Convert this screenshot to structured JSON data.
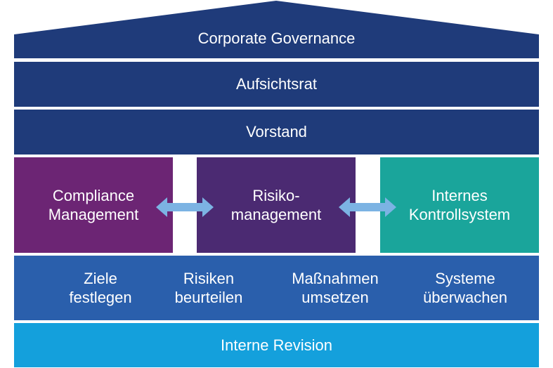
{
  "roof": {
    "label": "Corporate Governance"
  },
  "supervisory_board": {
    "label": "Aufsichtsrat"
  },
  "executive_board": {
    "label": "Vorstand"
  },
  "pillars": [
    {
      "label": "Compliance\nManagement"
    },
    {
      "label": "Risiko-\nmanagement"
    },
    {
      "label": "Internes\nKontrollsystem"
    }
  ],
  "steps": [
    {
      "label": "Ziele\nfestlegen"
    },
    {
      "label": "Risiken\nbeurteilen"
    },
    {
      "label": "Maßnahmen\numsetzen"
    },
    {
      "label": "Systeme\nüberwachen"
    }
  ],
  "foundation": {
    "label": "Interne Revision"
  },
  "colors": {
    "dark_navy": "#1f3b7a",
    "compliance_purple": "#6c2574",
    "risk_violet": "#4b2a72",
    "ics_teal": "#1aa59b",
    "steps_blue": "#2a5fac",
    "revision_cyan": "#14a0dc",
    "arrow": "#7cb3e3"
  }
}
